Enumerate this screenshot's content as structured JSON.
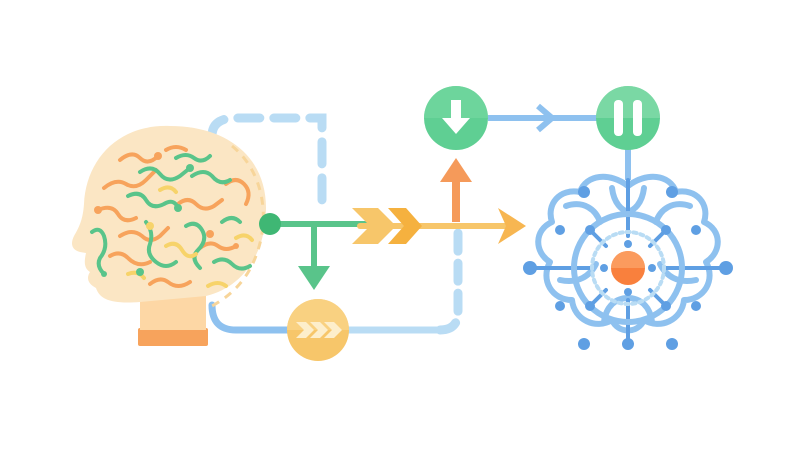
{
  "diagram": {
    "nodes": [
      {
        "id": "human-head",
        "kind": "illustration",
        "icon": "human-brain-head-icon"
      },
      {
        "id": "download-node",
        "kind": "circle",
        "icon": "arrow-down-icon"
      },
      {
        "id": "pause-node",
        "kind": "circle",
        "icon": "pause-icon"
      },
      {
        "id": "forward-node",
        "kind": "circle",
        "icon": "chevrons-right-icon"
      },
      {
        "id": "artificial-brain",
        "kind": "illustration",
        "icon": "circuit-brain-icon"
      }
    ],
    "connectors": [
      "head-to-download-dashed",
      "head-to-forward-node",
      "head-to-circuit-brain-arrow",
      "download-to-pause-arrow",
      "pause-to-circuit-brain",
      "forward-node-to-circuit-brain-dashed"
    ]
  },
  "colors": {
    "background": "#ffffff",
    "skin": "#fbe6c4",
    "neck": "#fdd7a5",
    "shirt": "#f7a35c",
    "neuron_orange": "#f7a35c",
    "neuron_green": "#59c48a",
    "neuron_yellow": "#f7d36a",
    "green_circle": "#5fcf93",
    "green_circle_light": "#8fe0b3",
    "dashed_blue": "#b9dcf4",
    "blue": "#8ec1ef",
    "blue_dark": "#5f9fe3",
    "orange_arrow": "#f59a5a",
    "yellow_arrow": "#f7c66a",
    "core": "#f9803d"
  }
}
